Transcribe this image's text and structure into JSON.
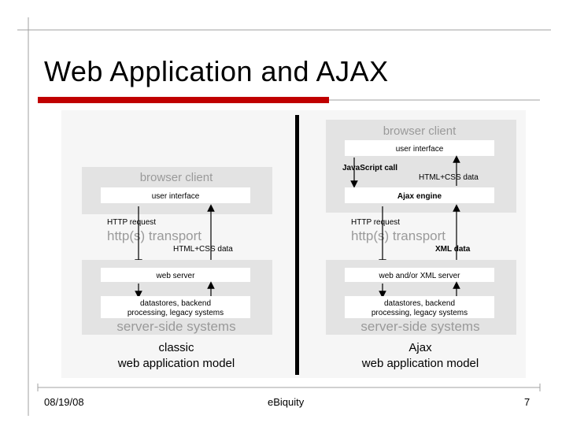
{
  "slide": {
    "title": "Web Application and AJAX",
    "footer_date": "08/19/08",
    "footer_company": "eBiquity",
    "page_number": "7"
  },
  "colors": {
    "accent_red": "#c00000",
    "rule_gray": "#a0a0a0",
    "panel_gray": "#e6e6e6",
    "box_white": "#ffffff"
  },
  "diagram": {
    "classic": {
      "browser_label": "browser client",
      "ui_label": "user interface",
      "request_label": "HTTP request",
      "transport_label": "http(s) transport",
      "response_label": "HTML+CSS data",
      "server_label": "web server",
      "datastore_line1": "datastores, backend",
      "datastore_line2": "processing, legacy systems",
      "server_side_label": "server-side systems",
      "caption_line1": "classic",
      "caption_line2": "web application model"
    },
    "ajax": {
      "browser_label": "browser client",
      "ui_label": "user interface",
      "js_call_label": "JavaScript call",
      "html_css_label": "HTML+CSS data",
      "engine_label": "Ajax engine",
      "request_label": "HTTP request",
      "transport_label": "http(s) transport",
      "response_label": "XML data",
      "server_label": "web and/or XML server",
      "datastore_line1": "datastores, backend",
      "datastore_line2": "processing, legacy systems",
      "server_side_label": "server-side systems",
      "caption_line1": "Ajax",
      "caption_line2": "web application model"
    }
  }
}
